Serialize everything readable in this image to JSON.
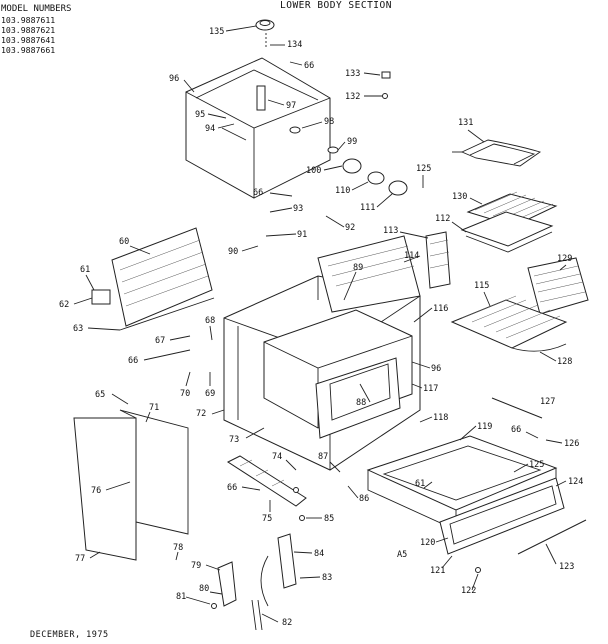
{
  "header": {
    "title": "LOWER BODY SECTION",
    "models_heading": "MODEL NUMBERS",
    "models": [
      "103.9887611",
      "103.9887621",
      "103.9887641",
      "103.9887661"
    ]
  },
  "footer": {
    "date": "DECEMBER, 1975"
  },
  "callouts": [
    "135",
    "134",
    "66",
    "96",
    "97",
    "95",
    "94",
    "98",
    "99",
    "100",
    "110",
    "111",
    "133",
    "132",
    "131",
    "125",
    "130",
    "112",
    "113",
    "114",
    "129",
    "115",
    "116",
    "128",
    "60",
    "61",
    "62",
    "63",
    "66",
    "93",
    "91",
    "90",
    "92",
    "89",
    "67",
    "68",
    "66",
    "70",
    "69",
    "96",
    "117",
    "88",
    "118",
    "65",
    "71",
    "72",
    "73",
    "127",
    "66",
    "126",
    "119",
    "74",
    "87",
    "125",
    "124",
    "76",
    "66",
    "86",
    "75",
    "85",
    "61",
    "120",
    "A5",
    "121",
    "123",
    "77",
    "78",
    "79",
    "84",
    "80",
    "83",
    "81",
    "82",
    "122"
  ]
}
